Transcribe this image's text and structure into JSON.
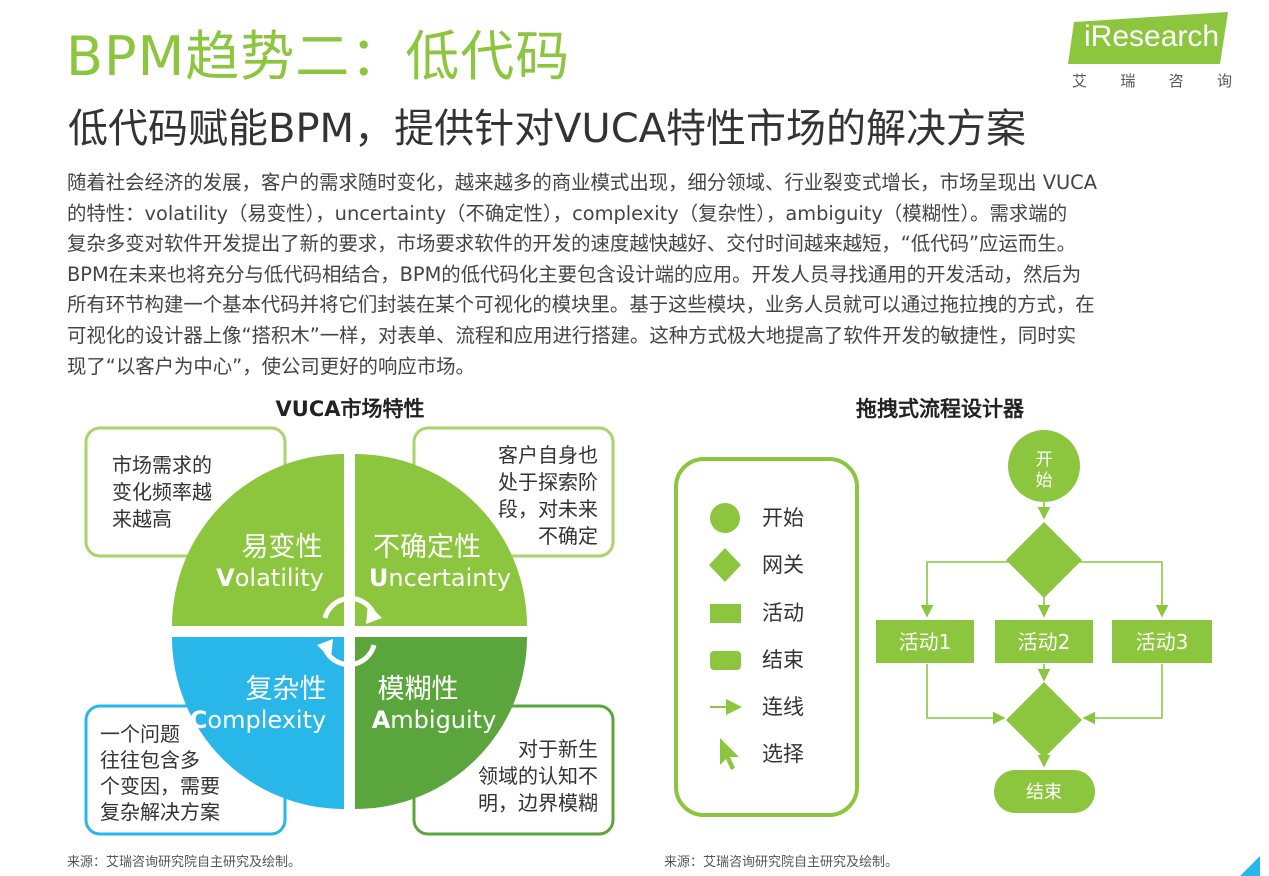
{
  "header": {
    "title": "BPM趋势二：低代码",
    "subtitle": "低代码赋能BPM，提供针对VUCA特性市场的解决方案"
  },
  "logo": {
    "brand": "iResearch",
    "cn": [
      "艾",
      "瑞",
      "咨",
      "询"
    ]
  },
  "body": {
    "lines": [
      "随着社会经济的发展，客户的需求随时变化，越来越多的商业模式出现，细分领域、行业裂变式增长，市场呈现出 VUCA",
      "的特性：volatility（易变性），uncertainty（不确定性），complexity（复杂性），ambiguity（模糊性）。需求端的",
      "复杂多变对软件开发提出了新的要求，市场要求软件的开发的速度越快越好、交付时间越来越短，“低代码”应运而生。",
      "BPM在未来也将充分与低代码相结合，BPM的低代码化主要包含设计端的应用。开发人员寻找通用的开发活动，然后为",
      "所有环节构建一个基本代码并将它们封装在某个可视化的模块里。基于这些模块，业务人员就可以通过拖拉拽的方式，在",
      "可视化的设计器上像“搭积木”一样，对表单、流程和应用进行搭建。这种方式极大地提高了软件开发的敏捷性，同时实",
      "现了“以客户为中心”，使公司更好的响应市场。"
    ]
  },
  "vuca": {
    "title": "VUCA市场特性",
    "quadrants": [
      {
        "cn": "易变性",
        "first": "V",
        "rest": "olatility",
        "color": "#8cc63f"
      },
      {
        "cn": "不确定性",
        "first": "U",
        "rest": "ncertainty",
        "color": "#8cc63f"
      },
      {
        "cn": "复杂性",
        "first": "C",
        "rest": "omplexity",
        "color": "#29b6e8"
      },
      {
        "cn": "模糊性",
        "first": "A",
        "rest": "mbiguity",
        "color": "#5ba63c"
      }
    ],
    "notes": {
      "tl": [
        "市场需求的",
        "变化频率越",
        "来越高"
      ],
      "tr": [
        "客户自身也",
        "处于探索阶",
        "段，对未来",
        "不确定"
      ],
      "bl": [
        "一个问题",
        "往往包含多",
        "个变因，需要",
        "复杂解决方案"
      ],
      "br": [
        "对于新生",
        "领域的认知不",
        "明，边界模糊"
      ]
    }
  },
  "flow": {
    "title": "拖拽式流程设计器",
    "palette": [
      "开始",
      "网关",
      "活动",
      "结束",
      "连线",
      "选择"
    ],
    "start_label": [
      "开",
      "始"
    ],
    "activities": [
      "活动1",
      "活动2",
      "活动3"
    ],
    "end_label": "结束"
  },
  "colors": {
    "green": "#8cc63f",
    "dark_green": "#5ba63c",
    "blue": "#29b6e8"
  },
  "sources": {
    "left": "来源：艾瑞咨询研究院自主研究及绘制。",
    "right": "来源：艾瑞咨询研究院自主研究及绘制。"
  }
}
